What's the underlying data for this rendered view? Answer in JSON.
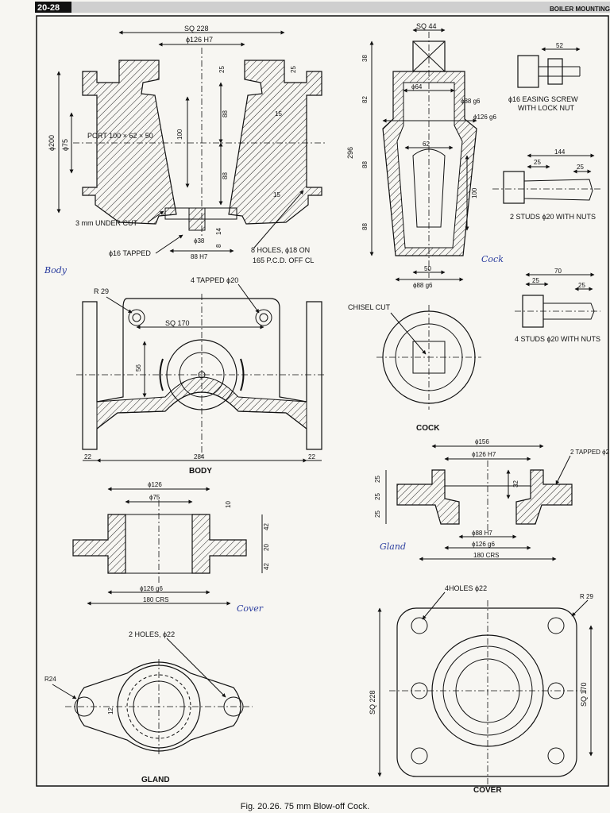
{
  "header": {
    "page_number": "20-28",
    "section": "BOILER MOUNTINGS"
  },
  "caption": "Fig. 20.26. 75 mm Blow-off Cock.",
  "views": {
    "body_section": {
      "dims": {
        "sq228": "SQ 228",
        "d126h7": "ϕ126 H7",
        "d25": "25",
        "d25b": "25",
        "r15a": "15",
        "r15b": "15",
        "port": "PORT 100 × 62 × 50",
        "d100": "100",
        "d88a": "88",
        "d88b": "88",
        "d200": "ϕ200",
        "d75": "ϕ75",
        "undercut": "3 mm UNDER CUT",
        "tapped16": "ϕ16 TAPPED",
        "d38": "ϕ38",
        "d88h7": "88 H7",
        "d14": "14",
        "d8": "8",
        "holes": "8 HOLES, ϕ18 ON",
        "pcd": "165 P.C.D. OFF CL"
      },
      "hand_label": "Body"
    },
    "body_plan": {
      "r29": "R 29",
      "tapped": "4 TAPPED ϕ20",
      "sq170": "SQ 170",
      "d56": "56",
      "d22a": "22",
      "d284": "284",
      "d22b": "22",
      "title": "BODY"
    },
    "cock_section": {
      "sq44": "SQ 44",
      "d38": "38",
      "d82": "82",
      "d64": "ϕ64",
      "d88g6": "ϕ88 g6",
      "d126g6": "ϕ126 g6",
      "d296": "296",
      "d62": "62",
      "d88a": "88",
      "d88b": "88",
      "d100": "100",
      "d50": "50",
      "d88g6b": "ϕ88 g6",
      "hand_label": "Cock"
    },
    "cock_plan": {
      "chisel": "CHISEL CUT",
      "title": "COCK"
    },
    "easing_screw": {
      "d52": "52",
      "label1": "ϕ16 EASING SCREW",
      "label2": "WITH LOCK NUT"
    },
    "studs_2": {
      "d144": "144",
      "d25a": "25",
      "d25b": "25",
      "label": "2 STUDS ϕ20 WITH NUTS"
    },
    "studs_4": {
      "d70": "70",
      "d25a": "25",
      "d25b": "25",
      "label": "4 STUDS ϕ20 WITH NUTS"
    },
    "cover_section": {
      "d156": "ϕ156",
      "d126h7": "ϕ126 H7",
      "tapped": "2 TAPPED ϕ2",
      "d25a": "25",
      "d25b": "25",
      "d25c": "25",
      "d32": "32",
      "d88h7": "ϕ88 H7",
      "d126g6": "ϕ126 g6",
      "crs": "180 CRS",
      "hand_label": "Gland"
    },
    "gland_section": {
      "d126": "ϕ126",
      "d75": "ϕ75",
      "d10": "10",
      "d42a": "42",
      "d20": "20",
      "d42b": "42",
      "d126g6": "ϕ126 g6",
      "crs": "180 CRS",
      "hand_label": "Cover"
    },
    "gland_plan": {
      "holes": "2 HOLES, ϕ22",
      "r24": "R24",
      "d12": "12",
      "title": "GLAND"
    },
    "cover_plan": {
      "holes": "4HOLES ϕ22",
      "r29": "R 29",
      "sq228": "SQ 228",
      "sq170": "SQ 170",
      "title": "COVER"
    }
  }
}
